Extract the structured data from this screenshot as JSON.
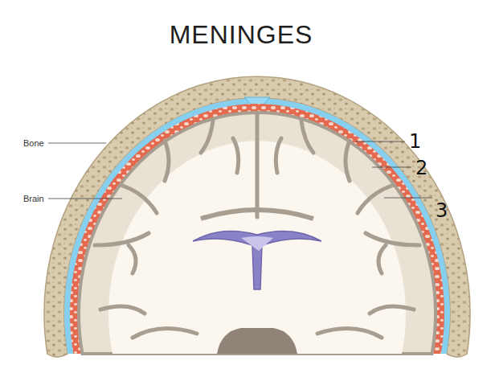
{
  "diagram": {
    "title": "MENINGES",
    "labels": [
      "Bone",
      "Brain",
      "1",
      "2",
      "3"
    ]
  }
}
